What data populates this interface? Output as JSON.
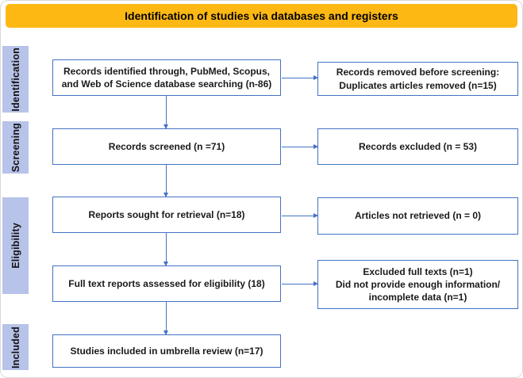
{
  "banner": {
    "title": "Identification of studies via databases and registers"
  },
  "stages": [
    {
      "label": "Identification"
    },
    {
      "label": "Screening"
    },
    {
      "label": "Eligibility"
    },
    {
      "label": "Included"
    }
  ],
  "boxes": {
    "identified": {
      "line1": "Records identified through, PubMed, Scopus,",
      "line2": "and Web of Science database searching (n-86)"
    },
    "removed": {
      "line1": "Records removed before screening:",
      "line2": "Duplicates articles removed (n=15)"
    },
    "screened": {
      "line1": "Records screened (n =71)"
    },
    "excluded": {
      "line1": "Records excluded (n = 53)"
    },
    "sought": {
      "line1": "Reports sought for retrieval (n=18)"
    },
    "not_retrieved": {
      "line1": "Articles not retrieved (n = 0)"
    },
    "assessed": {
      "line1": "Full text reports assessed for eligibility (18)"
    },
    "excluded_full_text": {
      "line1": "Excluded full texts (n=1)",
      "line2": "Did not provide enough information/",
      "line3": "incomplete data (n=1)"
    },
    "included": {
      "line1": "Studies included in umbrella review (n=17)"
    }
  },
  "colors": {
    "banner_bg": "#FDB813",
    "stage_bg": "#B7C3E8",
    "box_border": "#4472C4",
    "arrow": "#4472C4",
    "text": "#1A1A1A"
  }
}
